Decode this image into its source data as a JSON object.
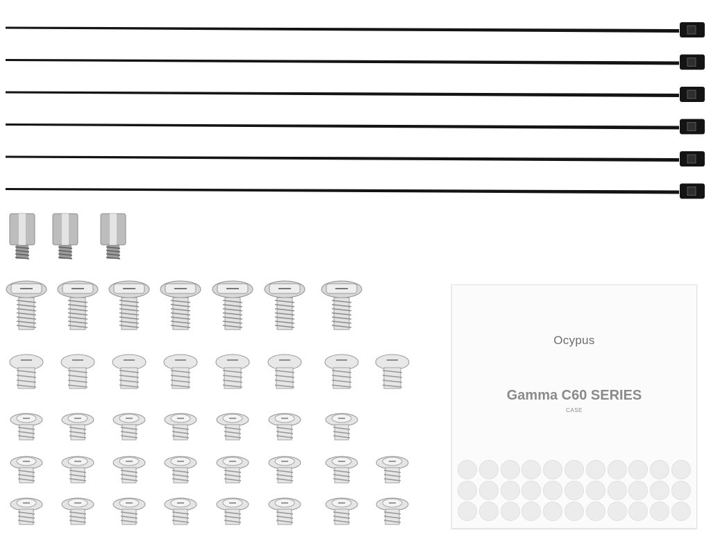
{
  "scene": {
    "description_items": {
      "cable_ties": {
        "count": 6,
        "color": "#141414"
      },
      "standoffs": {
        "count": 3
      },
      "screw_rows": [
        {
          "type": "hex-head-coarse",
          "count": 7
        },
        {
          "type": "pan-head",
          "count": 8
        },
        {
          "type": "washer-head",
          "count": 7
        },
        {
          "type": "washer-head",
          "count": 8
        },
        {
          "type": "washer-head",
          "count": 8
        }
      ],
      "silicone_pads": {
        "count": 33,
        "columns": 11
      }
    },
    "manual": {
      "brand": "Ocypus",
      "title": "Gamma C60 SERIES",
      "subtitle": "CASE"
    }
  }
}
